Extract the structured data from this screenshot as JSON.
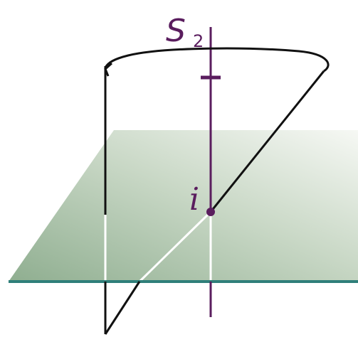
{
  "diagram": {
    "axis_label": "S",
    "axis_subscript": "2",
    "point_label": "i",
    "colors": {
      "axis": "#5a1d5e",
      "plane_edge": "#2f7f7a",
      "plane_fill_dark": "#9fb79f",
      "plane_fill_light": "#f3f6f1",
      "path": "#111111",
      "background": "#ffffff"
    }
  }
}
